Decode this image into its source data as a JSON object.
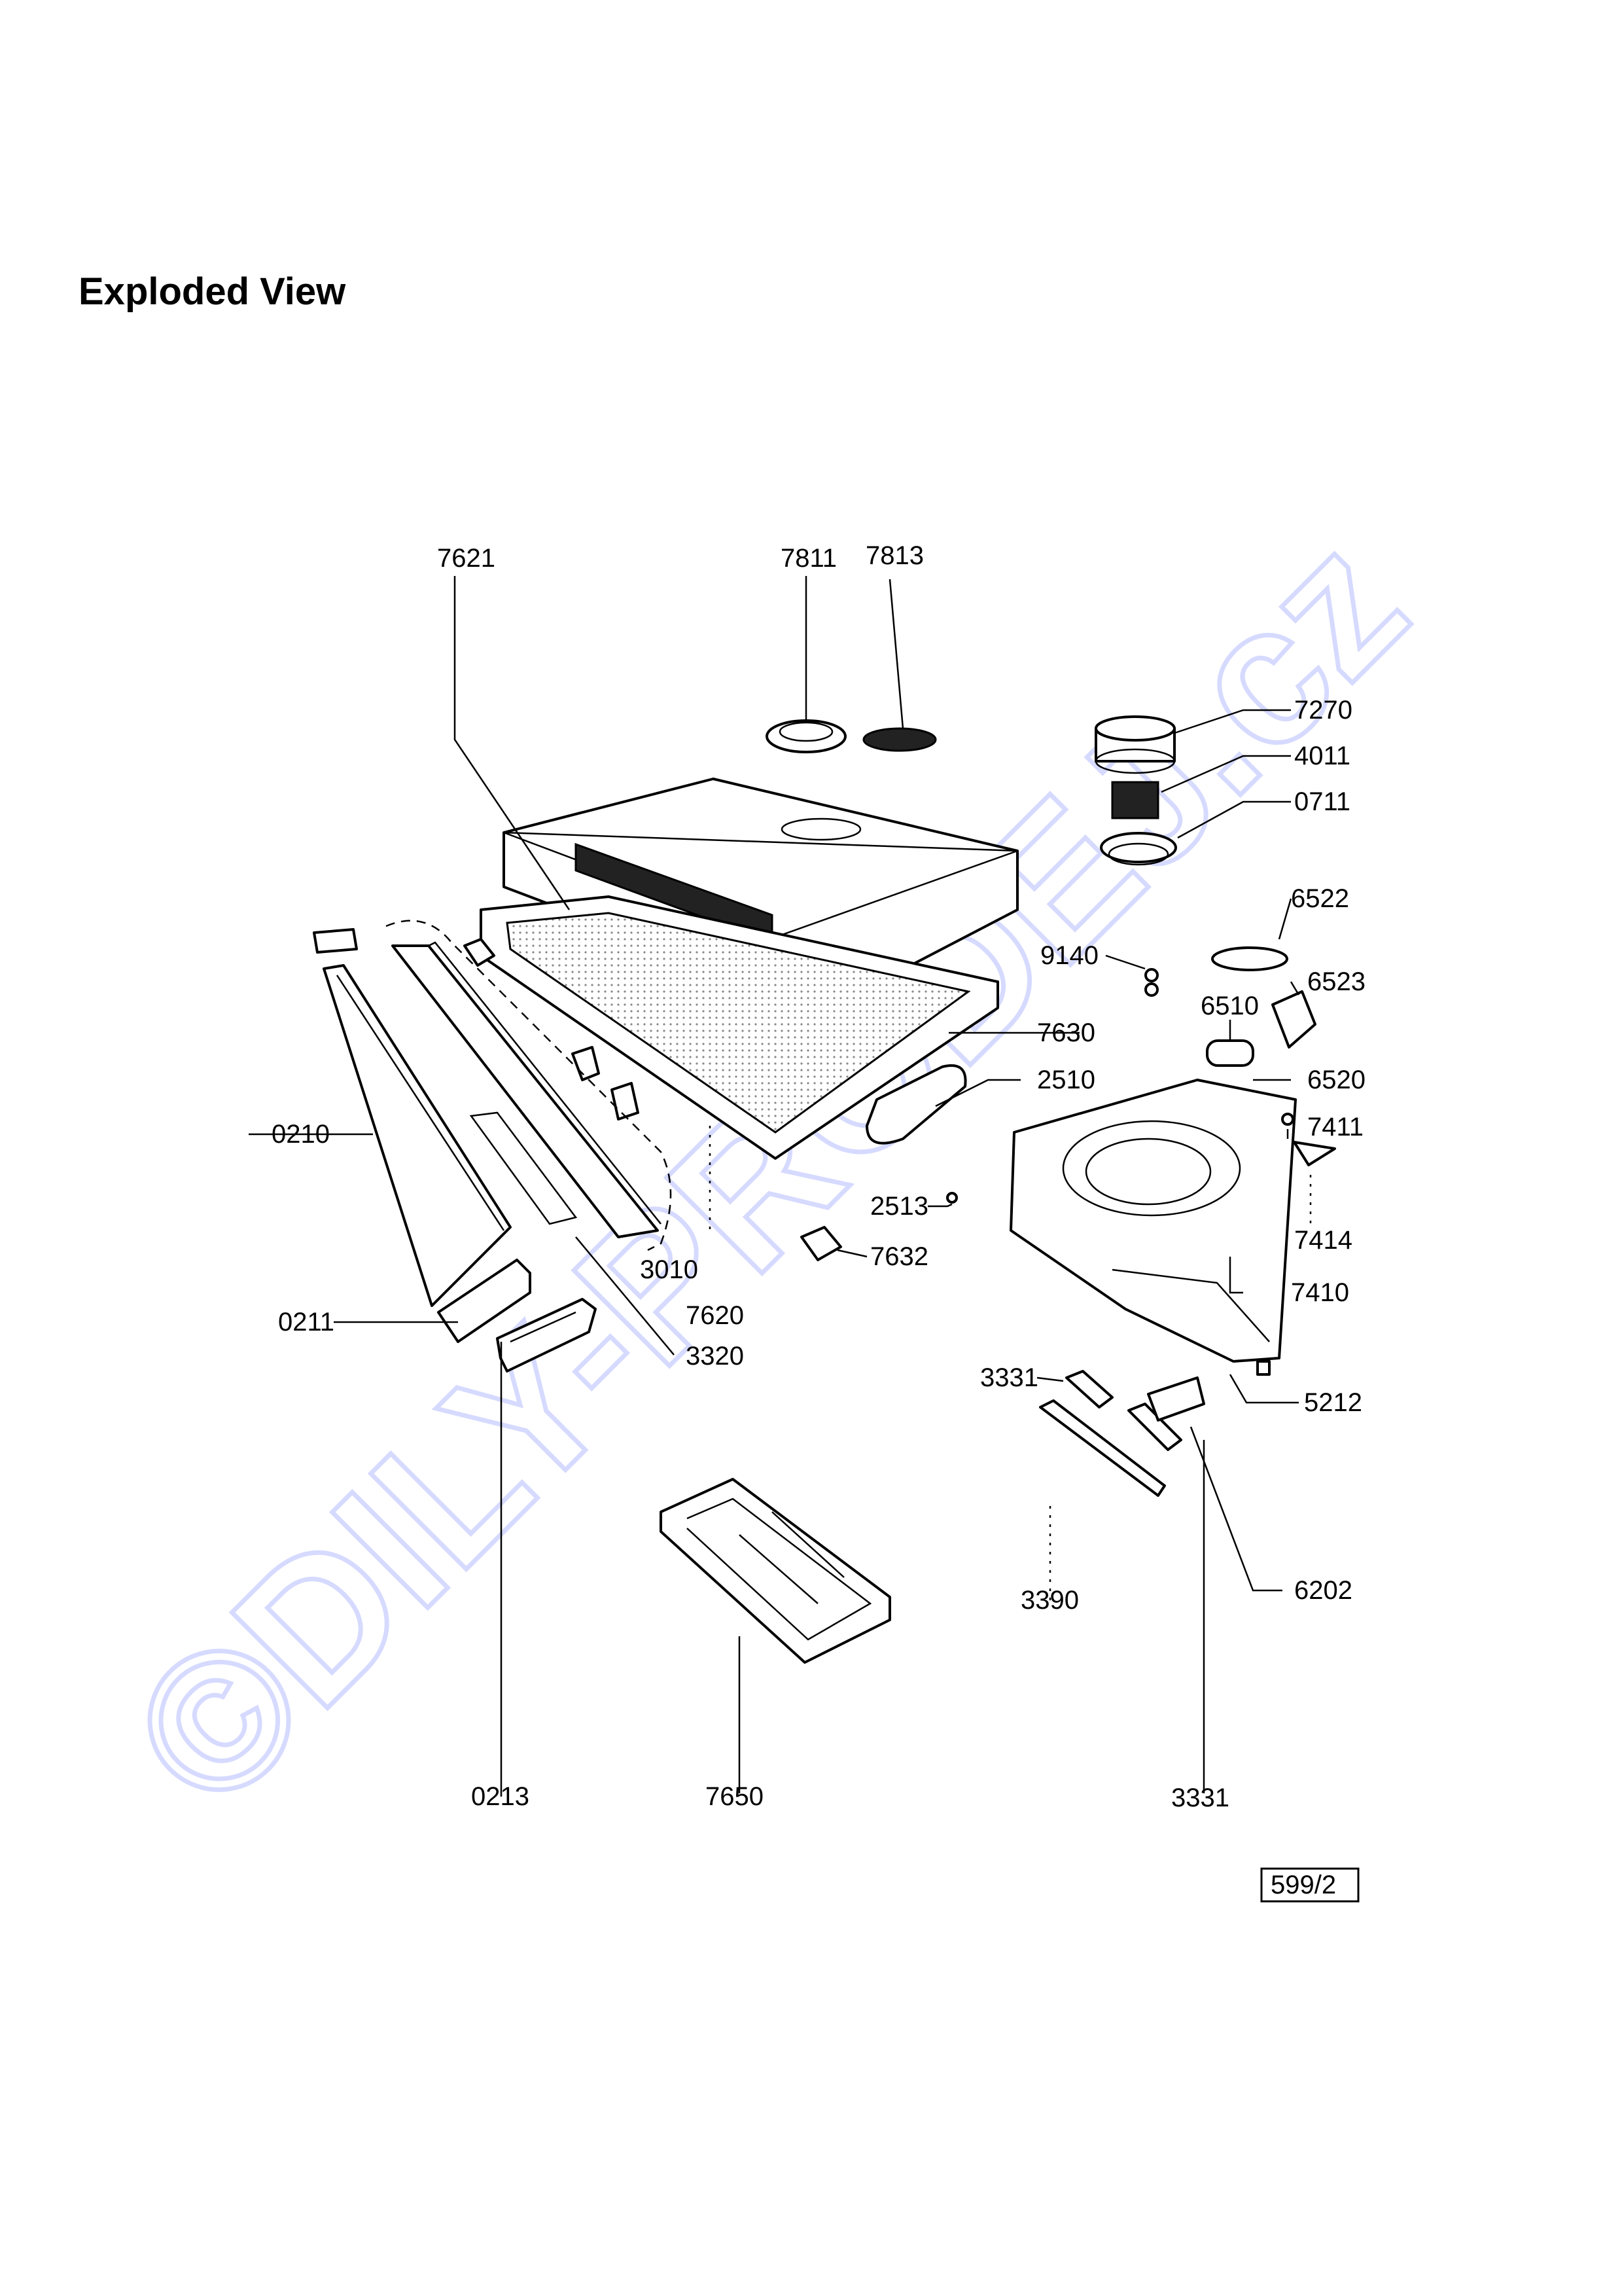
{
  "title": "Exploded View",
  "watermark": "©DILY-PRODEJ.cz",
  "page_code": "599/2",
  "parts": {
    "p7621": "7621",
    "p7811": "7811",
    "p7813": "7813",
    "p7270": "7270",
    "p4011": "4011",
    "p0711": "0711",
    "p6522": "6522",
    "p9140": "9140",
    "p6523": "6523",
    "p6510": "6510",
    "p7630": "7630",
    "p6520": "6520",
    "p2510": "2510",
    "p7411": "7411",
    "p0210": "0210",
    "p7414": "7414",
    "p2513": "2513",
    "p7632": "7632",
    "p3010": "3010",
    "p7410": "7410",
    "p7620": "7620",
    "p0211": "0211",
    "p3320": "3320",
    "p3331a": "3331",
    "p5212": "5212",
    "p3390": "3390",
    "p6202": "6202",
    "p0213": "0213",
    "p7650": "7650",
    "p3331b": "3331"
  }
}
